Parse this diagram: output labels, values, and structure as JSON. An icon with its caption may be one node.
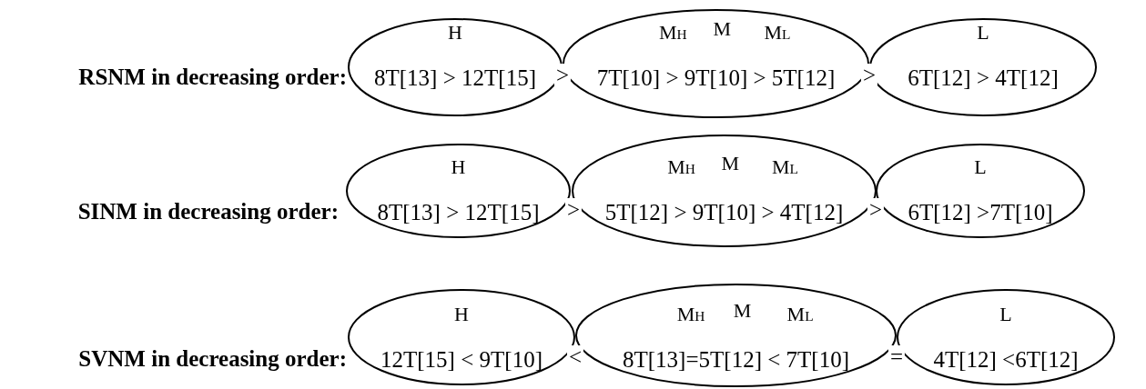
{
  "diagram": {
    "nodes": [
      {
        "text": [
          "H",
          "8T[13] > 12T[15]"
        ]
      },
      {
        "text": [
          "M$_{H}$",
          "M",
          "M$_{L}$",
          "7T[10] > 9T[10] > 5T[12]"
        ]
      },
      {
        "text": [
          "L",
          "6T[12] > 4T[12]"
        ]
      },
      {
        "text": [
          "H",
          "8T[13] > 12T[15]"
        ]
      },
      {
        "text": [
          "M$_{H}$",
          "M",
          "M$_{L}$",
          "5T[12] > 9T[10] > 4T[12]"
        ]
      },
      {
        "text": [
          "L",
          "6T[12] >7T[10]"
        ]
      },
      {
        "text": [
          "H",
          "12T[15] < 9T[10]"
        ]
      },
      {
        "text": [
          "M$_{H}$",
          "M",
          "M$_{L}$",
          "8T[13]=5T[12] < 7T[10]"
        ]
      },
      {
        "text": [
          "L",
          "4T[12] <6T[12]"
        ]
      }
    ],
    "edges": [],
    "labels": [
      "RSNM in decreasing order:",
      ">",
      ">",
      "SINM in decreasing order:",
      ">",
      ">",
      "SVNM in decreasing order:",
      "<",
      "="
    ]
  }
}
